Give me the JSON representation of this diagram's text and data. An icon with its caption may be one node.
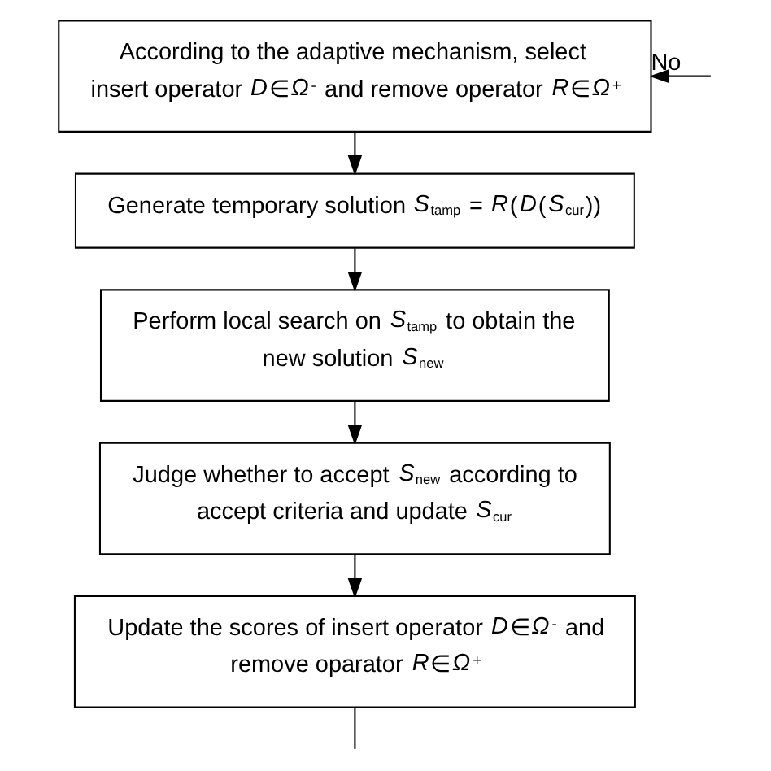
{
  "diagram": {
    "nodes": [
      {
        "text": [
          "According to the adaptive mechanism, select insert operator *D*∈*Ω*$^{-}$ and remove operator *R*∈*Ω*$^{+}$"
        ]
      },
      {
        "text": [
          "Generate temporary solution *S*$_{tamp}$ = *R*(*D*(*S*$_{cur}$))"
        ]
      },
      {
        "text": [
          "Perform local search on *S*$_{tamp}$ to obtain the new solution *S*$_{new}$"
        ]
      },
      {
        "text": [
          "Judge whether to accept *S*$_{new}$ according to accept criteria and update *S*$_{cur}$"
        ]
      },
      {
        "text": [
          "Update the scores of insert operator *D*∈*Ω*$^{-}$ and remove oparator *R*∈*Ω*$^{+}$"
        ]
      }
    ],
    "edges": [
      {
        "from": 0,
        "to": 1,
        "arrow": "to"
      },
      {
        "from": 1,
        "to": 2,
        "arrow": "to"
      },
      {
        "from": 2,
        "to": 3,
        "arrow": "to"
      },
      {
        "from": 3,
        "to": 4,
        "arrow": "to"
      },
      {
        "from": 4,
        "to": null,
        "arrow": "none"
      },
      {
        "from": null,
        "to": 0,
        "arrow": "to",
        "label": "No"
      }
    ]
  }
}
